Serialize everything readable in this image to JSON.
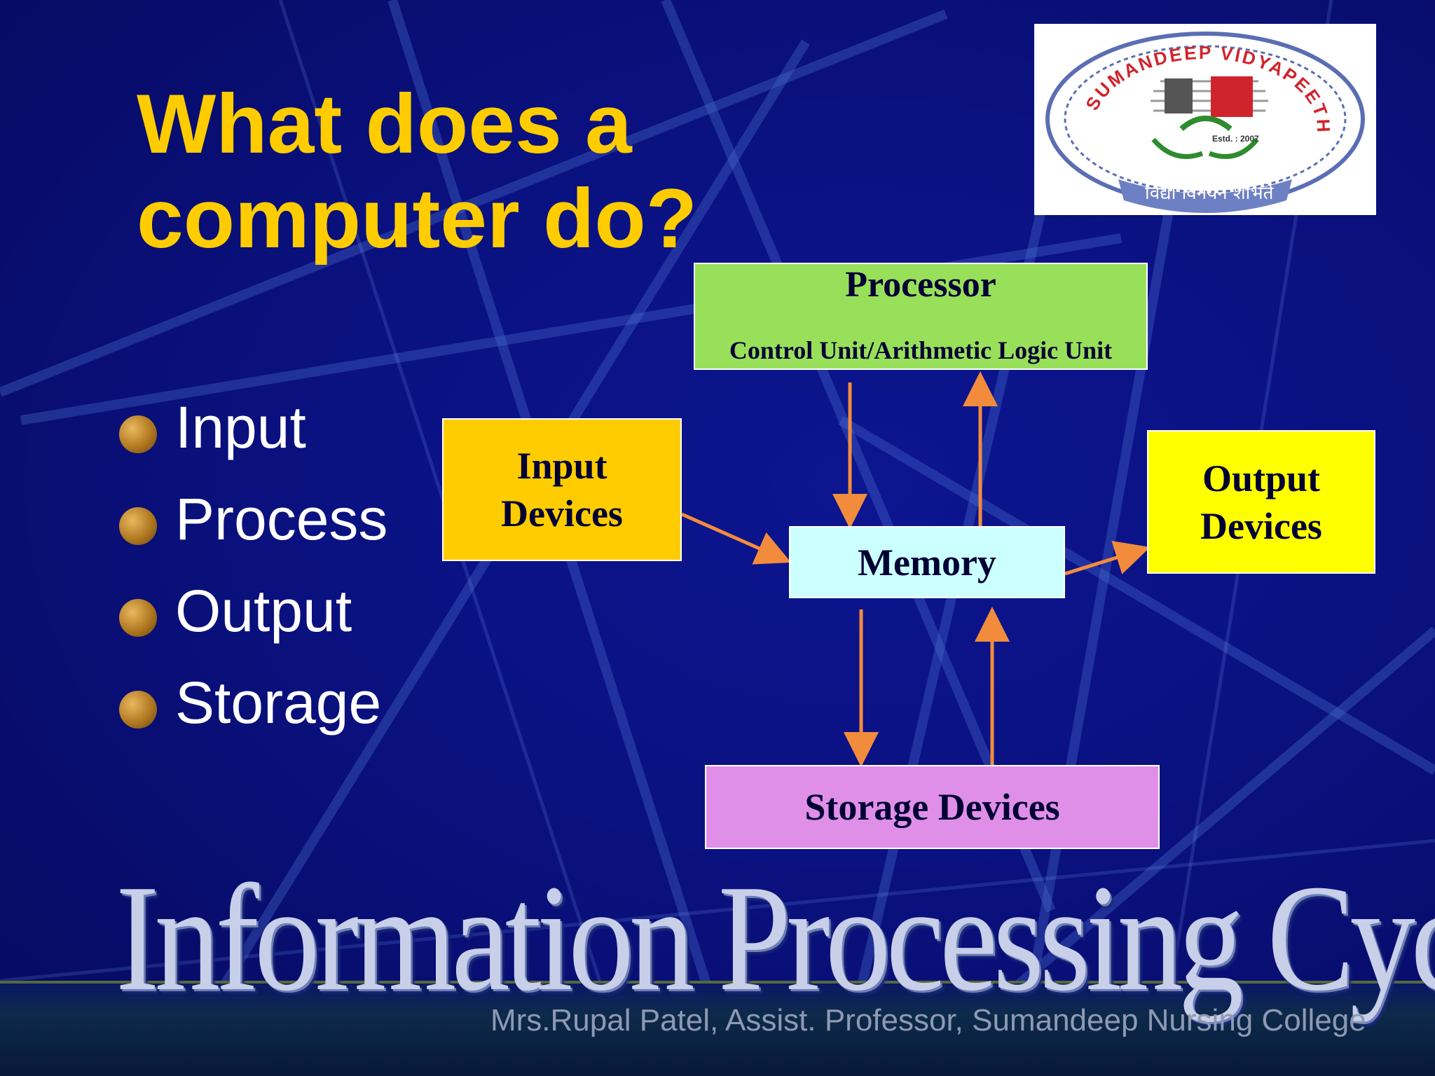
{
  "slide": {
    "title": "What does a computer do?",
    "bullets": [
      "Input",
      "Process",
      "Output",
      "Storage"
    ],
    "cycle_title": "Information Processing Cycle",
    "credit": "Mrs.Rupal Patel, Assist. Professor, Sumandeep Nursing College"
  },
  "logo": {
    "arc_text": "SUMANDEEP VIDYAPEETH",
    "estd": "Estd. : 2007",
    "motto": "विद्या विनयेन शोभते"
  },
  "diagram": {
    "processor": {
      "label": "Processor",
      "sublabel": "Control Unit/Arithmetic Logic Unit"
    },
    "input": {
      "line1": "Input",
      "line2": "Devices"
    },
    "memory": {
      "label": "Memory"
    },
    "output": {
      "line1": "Output",
      "line2": "Devices"
    },
    "storage": {
      "label": "Storage Devices"
    }
  },
  "colors": {
    "title": "#ffcc00",
    "processor": "#99e05a",
    "input": "#ffcc00",
    "memory": "#ccffff",
    "output": "#ffff00",
    "storage": "#e08fe8",
    "arrow": "#f28c3c"
  }
}
